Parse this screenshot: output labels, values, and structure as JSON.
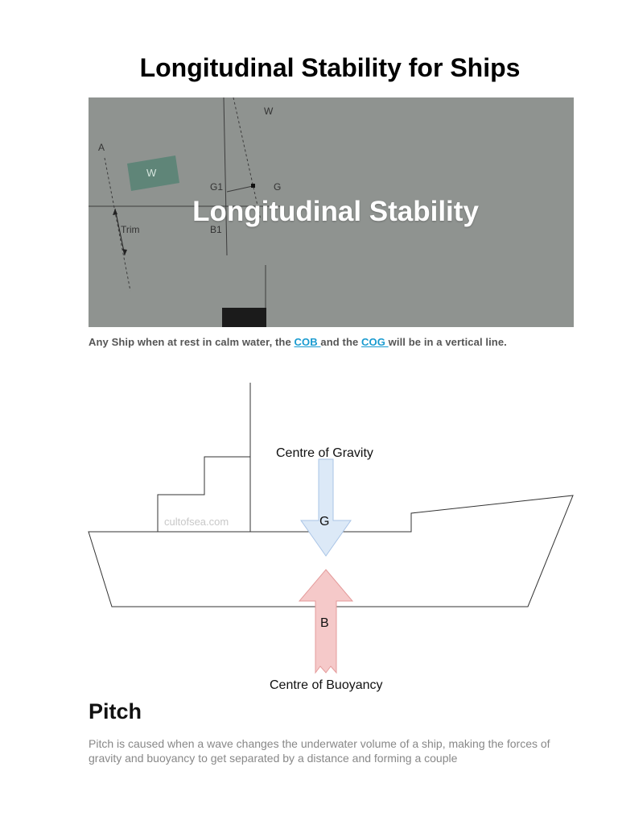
{
  "page": {
    "title": "Longitudinal Stability for Ships"
  },
  "hero": {
    "caption": "Longitudinal Stability",
    "labels": {
      "w_top": "W",
      "a": "A",
      "w_box": "W",
      "g1": "G1",
      "g": "G",
      "b1": "B1",
      "trim": "Trim"
    }
  },
  "intro": {
    "part1": "Any Ship when at rest in calm water, the ",
    "cob_link": "COB ",
    "part2": "and the ",
    "cog_link": "COG ",
    "part3": "will be in a vertical line."
  },
  "diagram": {
    "label_gravity": "Centre of Gravity",
    "label_g": "G",
    "label_b": "B",
    "label_buoyancy": "Centre of Buoyancy",
    "watermark": "cultofsea.com"
  },
  "section": {
    "heading": "Pitch",
    "text": "Pitch is caused when a wave changes the underwater volume of a ship, making the forces of gravity and buoyancy to get separated by a distance and forming a couple"
  }
}
